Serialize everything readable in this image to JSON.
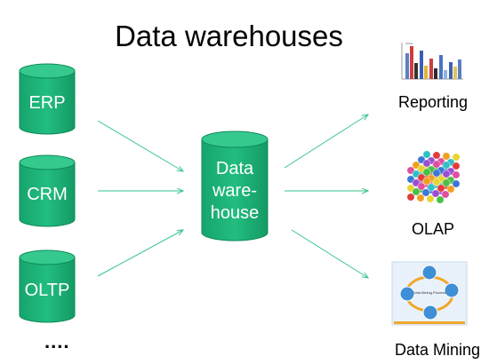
{
  "title": "Data warehouses",
  "colors": {
    "cylinder": "#1fb37a",
    "cylinder_edge": "#0e8a5a",
    "cylinder_top": "#35c98e",
    "arrow": "#37c58c"
  },
  "sources": [
    {
      "label": "ERP"
    },
    {
      "label": "CRM"
    },
    {
      "label": "OLTP"
    }
  ],
  "sources_more": "....",
  "warehouse": {
    "lines": [
      "Data",
      "ware-",
      "house"
    ]
  },
  "outputs": [
    {
      "label": "Reporting",
      "icon": "bar-chart-icon"
    },
    {
      "label": "OLAP",
      "icon": "olap-cube-icon"
    },
    {
      "label": "Data Mining",
      "icon": "data-mining-process-icon"
    }
  ],
  "mining_icon_nodes": [
    "Data Mining Process"
  ]
}
